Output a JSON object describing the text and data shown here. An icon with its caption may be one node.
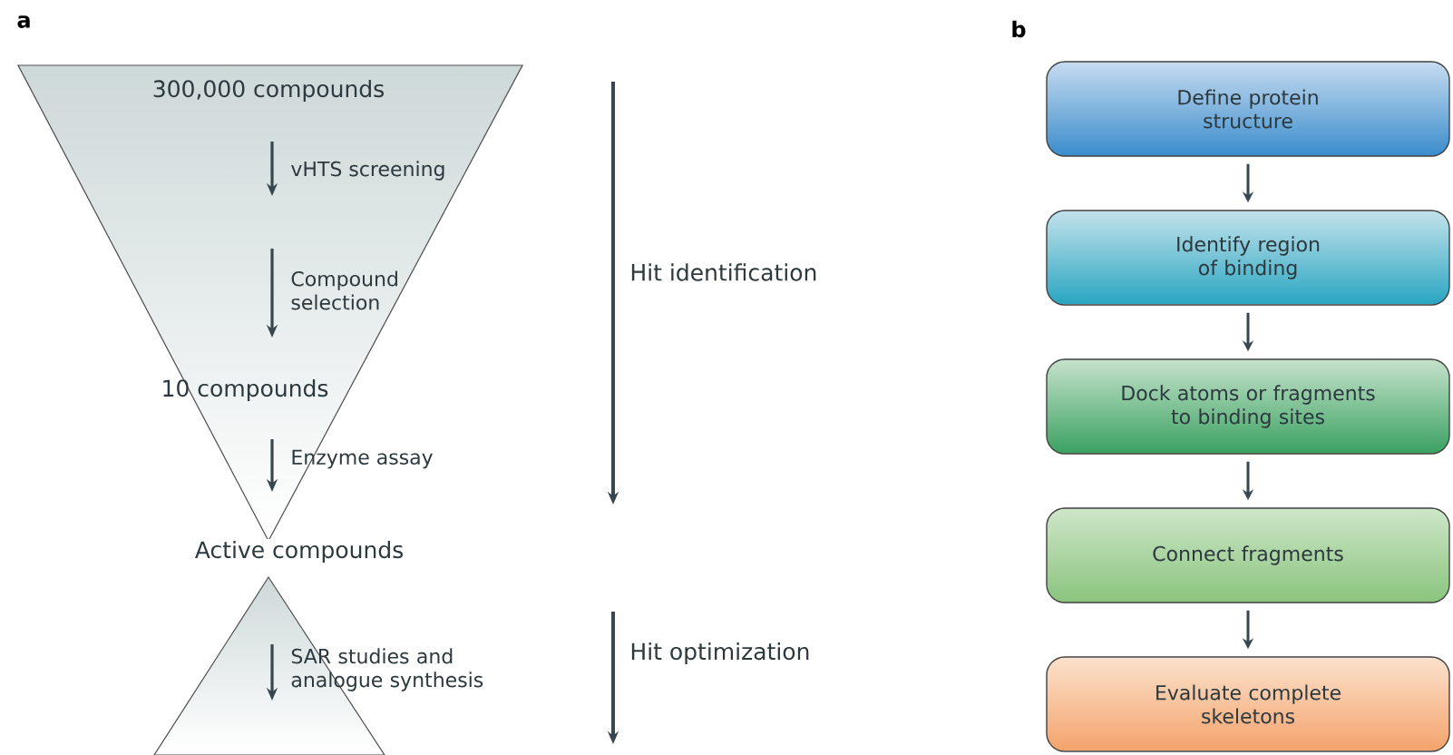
{
  "diagram": {
    "nodes": [
      {
        "text": [
          "300,000 compounds",
          "vHTS screening",
          "Compound selection",
          "10 compounds",
          "Enzyme assay"
        ]
      },
      {
        "text": [
          "Active compounds"
        ]
      },
      {
        "text": [
          "SAR studies and analogue synthesis"
        ]
      },
      {
        "text": [
          "Define protein structure"
        ]
      },
      {
        "text": [
          "Identify region of binding"
        ]
      },
      {
        "text": [
          "Dock atoms or fragments to binding sites"
        ]
      },
      {
        "text": [
          "Connect fragments"
        ]
      },
      {
        "text": [
          "Evaluate complete skeletons"
        ]
      }
    ],
    "edges": [
      {
        "from": 3,
        "to": 4,
        "arrow": "to"
      },
      {
        "from": 4,
        "to": 5,
        "arrow": "to"
      },
      {
        "from": 5,
        "to": 6,
        "arrow": "to"
      },
      {
        "from": 6,
        "to": 7,
        "arrow": "to"
      }
    ],
    "labels": [
      "a",
      "b",
      "Hit identification",
      "Hit optimization"
    ]
  }
}
